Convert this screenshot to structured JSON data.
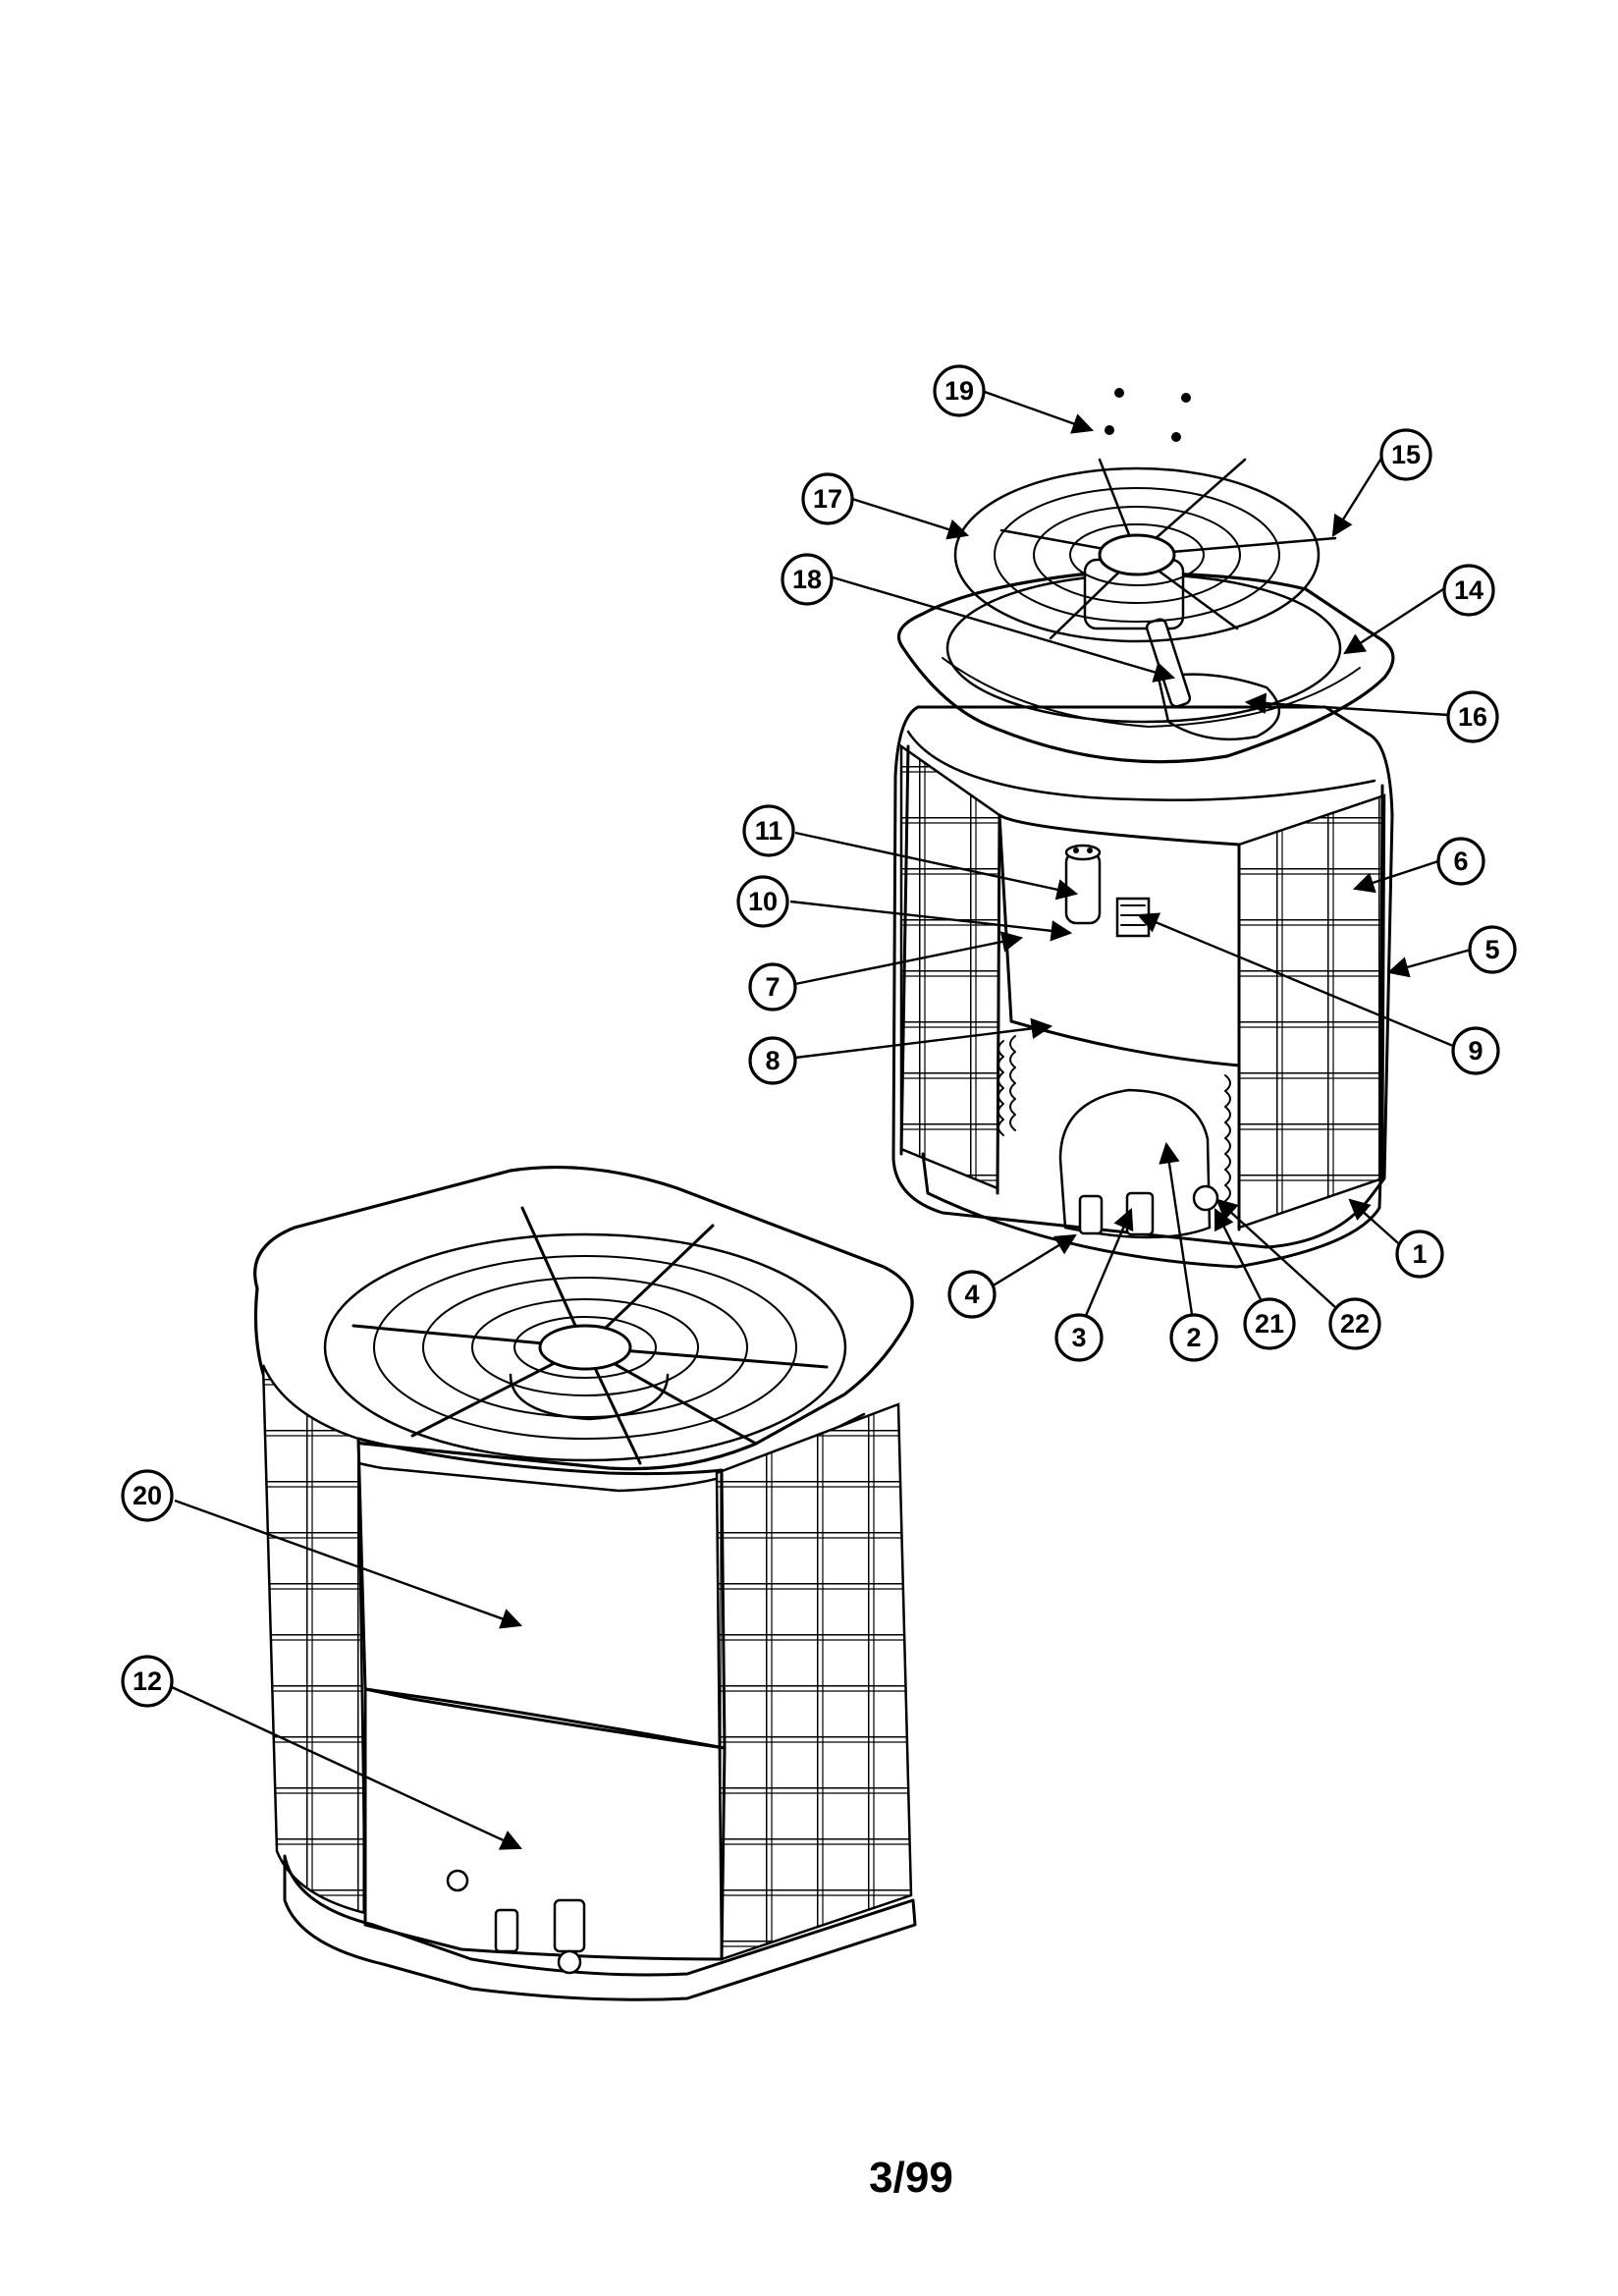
{
  "callouts": [
    {
      "id": "c1",
      "label": "1"
    },
    {
      "id": "c2",
      "label": "2"
    },
    {
      "id": "c3",
      "label": "3"
    },
    {
      "id": "c4",
      "label": "4"
    },
    {
      "id": "c5",
      "label": "5"
    },
    {
      "id": "c6",
      "label": "6"
    },
    {
      "id": "c7",
      "label": "7"
    },
    {
      "id": "c8",
      "label": "8"
    },
    {
      "id": "c9",
      "label": "9"
    },
    {
      "id": "c10",
      "label": "10"
    },
    {
      "id": "c11",
      "label": "11"
    },
    {
      "id": "c12",
      "label": "12"
    },
    {
      "id": "c14",
      "label": "14"
    },
    {
      "id": "c15",
      "label": "15"
    },
    {
      "id": "c16",
      "label": "16"
    },
    {
      "id": "c17",
      "label": "17"
    },
    {
      "id": "c18",
      "label": "18"
    },
    {
      "id": "c19",
      "label": "19"
    },
    {
      "id": "c20",
      "label": "20"
    },
    {
      "id": "c21",
      "label": "21"
    },
    {
      "id": "c22",
      "label": "22"
    }
  ],
  "footer": {
    "page_label": "3/99"
  }
}
